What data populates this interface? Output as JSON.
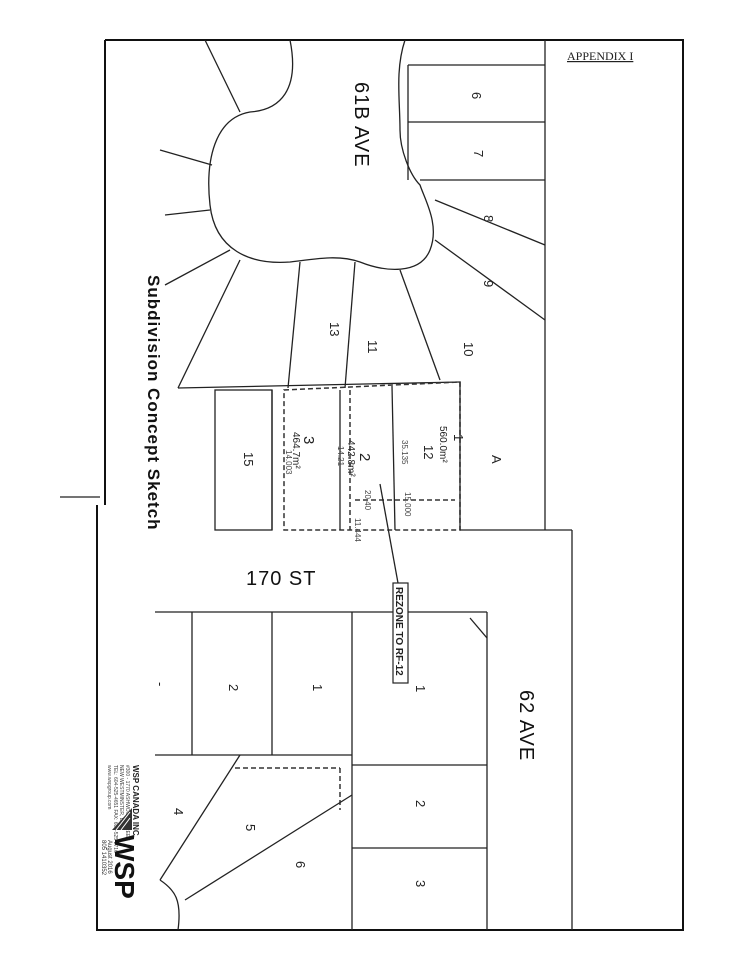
{
  "appendix": "APPENDIX I",
  "title": "Subdivision Concept Sketch",
  "roads": {
    "avenue_61b": "61B AVE",
    "street_170": "170 ST",
    "avenue_62": "62 AVE"
  },
  "rezone_label": "REZONE TO RF-12",
  "subject_lots": [
    {
      "number": "1",
      "area": "560.0m²"
    },
    {
      "number": "2",
      "area": "442.8m²"
    },
    {
      "number": "3",
      "area": "464.7m²"
    }
  ],
  "existing_lot_12": "12",
  "dimensions": [
    "35.135",
    "14.003",
    "14.21",
    "15.000",
    "20.40",
    "11.444"
  ],
  "north_lots": [
    "6",
    "7",
    "8",
    "9",
    "10",
    "11",
    "13",
    "15",
    "A"
  ],
  "south_lots": [
    "1",
    "2",
    "3",
    "1",
    "2",
    "4",
    "5",
    "6",
    "-"
  ],
  "company": {
    "name": "WSP CANADA INC.",
    "address_lines": [
      "#300 - 1770 ASHWOOD STREET",
      "NEW WESTMINSTER, B.C.",
      "TEL: 604-525-4651 FAX: 604-525-2716",
      "www.wspgroup.com"
    ],
    "logo": "WSP",
    "date": "August 2016",
    "project": "805 1410352"
  }
}
